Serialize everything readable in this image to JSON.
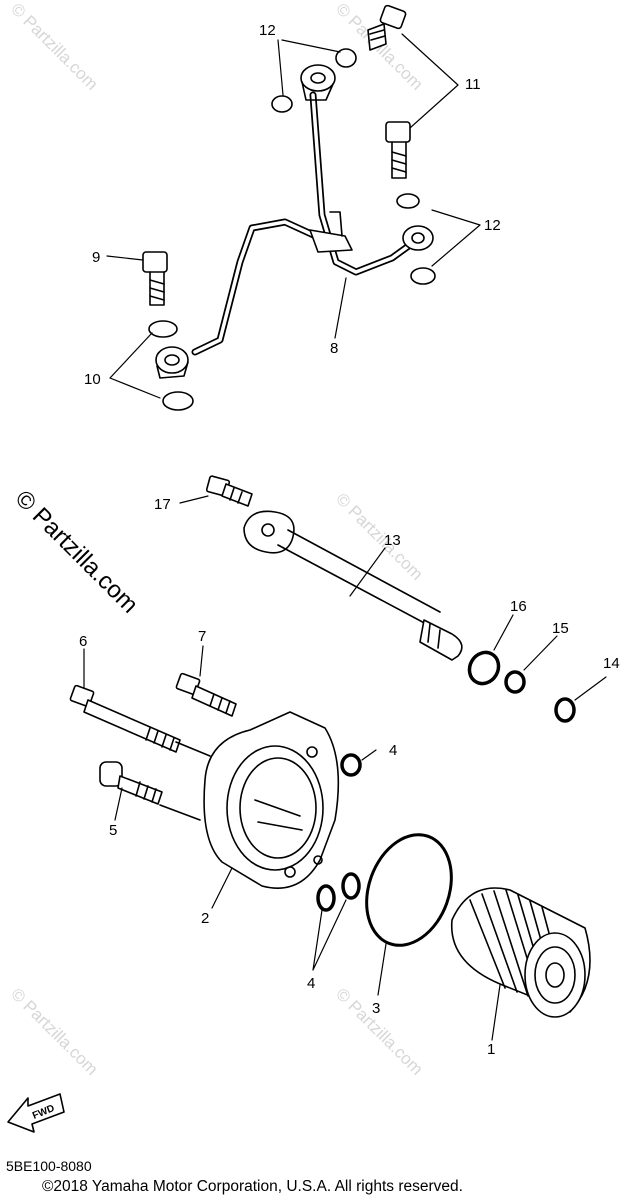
{
  "callouts": {
    "c1": "1",
    "c2": "2",
    "c3": "3",
    "c4a": "4",
    "c4b": "4",
    "c5": "5",
    "c6": "6",
    "c7": "7",
    "c8": "8",
    "c9": "9",
    "c10": "10",
    "c11": "11",
    "c12a": "12",
    "c12b": "12",
    "c13": "13",
    "c14": "14",
    "c15": "15",
    "c16": "16",
    "c17": "17"
  },
  "watermark": "© Partzilla.com",
  "fwd_label": "FWD",
  "part_code": "5BE100-8080",
  "copyright": "©2018  Yamaha Motor Corporation, U.S.A. All rights reserved."
}
